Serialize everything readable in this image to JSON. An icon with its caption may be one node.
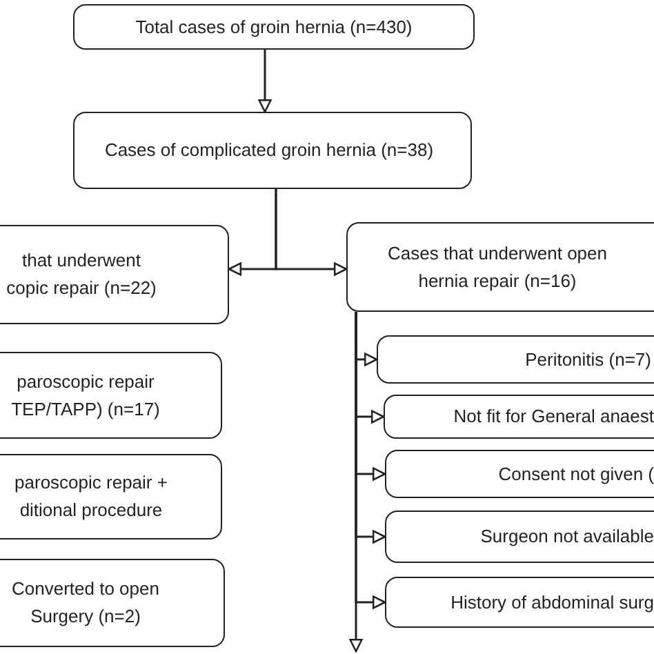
{
  "diagram": {
    "nodes": [
      {
        "text": [
          "Total cases of groin hernia (n=430)"
        ]
      },
      {
        "text": [
          "Cases of complicated groin hernia (n=38)"
        ]
      },
      {
        "text": [
          "that underwent copic repair (n=22)"
        ]
      },
      {
        "text": [
          "Cases that underwent open hernia repair (n=16)"
        ]
      },
      {
        "text": [
          "paroscopic repair TEP/TAPP) (n=17)"
        ]
      },
      {
        "text": [
          "paroscopic repair + ditional procedure"
        ]
      },
      {
        "text": [
          "Converted to open Surgery (n=2)"
        ]
      },
      {
        "text": [
          "Peritonitis (n=7)"
        ]
      },
      {
        "text": [
          "Not fit for General anaest"
        ]
      },
      {
        "text": [
          "Consent not given ("
        ]
      },
      {
        "text": [
          "Surgeon not available"
        ]
      },
      {
        "text": [
          "History of abdominal surg"
        ]
      }
    ],
    "edges": [
      {
        "from": 0,
        "to": 1,
        "arrow": "to"
      },
      {
        "from": 1,
        "to": 2,
        "arrow": "to"
      },
      {
        "from": 1,
        "to": 3,
        "arrow": "to"
      },
      {
        "from": 3,
        "to": 7,
        "arrow": "to"
      },
      {
        "from": 3,
        "to": 8,
        "arrow": "to"
      },
      {
        "from": 3,
        "to": 9,
        "arrow": "to"
      },
      {
        "from": 3,
        "to": 10,
        "arrow": "to"
      },
      {
        "from": 3,
        "to": 11,
        "arrow": "to"
      },
      {
        "from": 3,
        "to": null,
        "arrow": "to"
      }
    ]
  }
}
